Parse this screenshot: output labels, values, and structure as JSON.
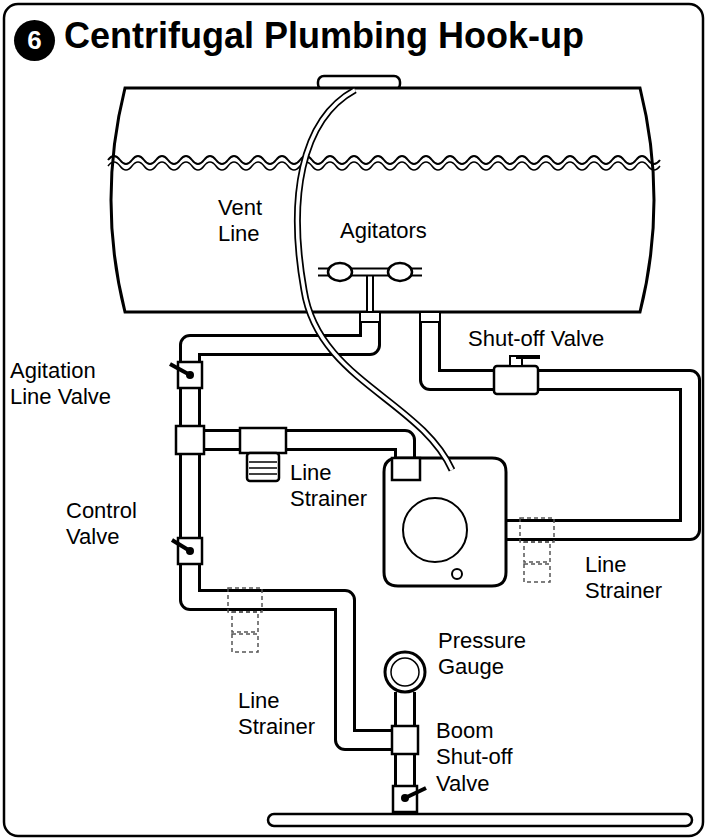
{
  "diagram": {
    "title": "Centrifugal Plumbing Hook-up",
    "nodes": [
      {
        "text": [
          "6"
        ]
      }
    ],
    "labels": [
      "Vent Line",
      "Agitators",
      "Shut-off Valve",
      "Agitation Line Valve",
      "Line Strainer",
      "Control Valve",
      "Line Strainer",
      "Pressure Gauge",
      "Line Strainer",
      "Boom Shut-off Valve"
    ]
  }
}
